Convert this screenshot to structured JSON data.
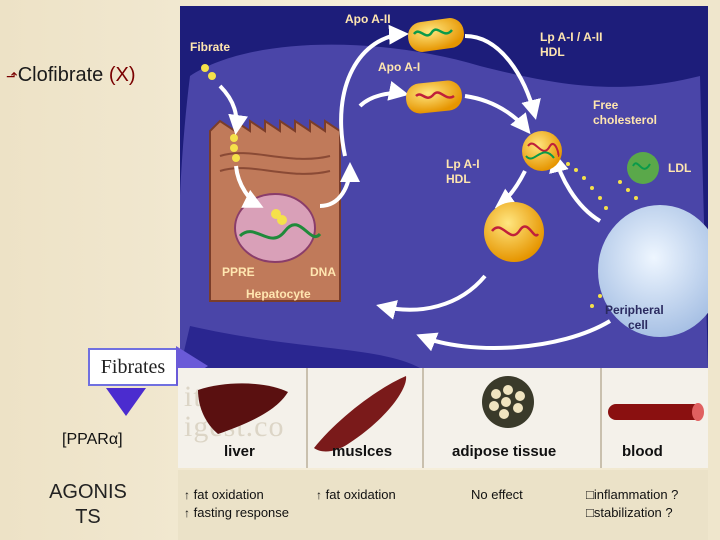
{
  "title": {
    "prefix": "Clofibrate",
    "marker": "(X)"
  },
  "diagram_labels": {
    "fibrate": "Fibrate",
    "apo_a2": "Apo A-II",
    "apo_a1": "Apo A-I",
    "lp_a1_a2_hdl": "Lp A-I / A-II",
    "hdl_1": "HDL",
    "free_cholesterol_1": "Free",
    "free_cholesterol_2": "cholesterol",
    "ldl": "LDL",
    "lp_a1": "Lp A-I",
    "hdl_2": "HDL",
    "ppre": "PPRE",
    "dna": "DNA",
    "hepatocyte": "Hepatocyte",
    "peripheral_1": "Peripheral",
    "peripheral_2": "cell"
  },
  "fibrates_box": "Fibrates",
  "receptor": "[PPARα]",
  "agonists": [
    "AGONIS",
    "TS"
  ],
  "tissues": [
    "liver",
    "muslces",
    "adipose tissue",
    "blood"
  ],
  "effects": {
    "liver": [
      "fat oxidation",
      "fasting response"
    ],
    "muscles": [
      "fat oxidation"
    ],
    "adipose": "No effect",
    "blood": [
      "inflammation ?",
      "stabilization ?"
    ]
  },
  "watermark": "ity igest.co",
  "colors": {
    "liver_blue": "#4a45a8",
    "background_dark": "#1d1d7a",
    "arrow_purple": "#6a5ad8",
    "hdl_yellow": "#f2b400"
  }
}
